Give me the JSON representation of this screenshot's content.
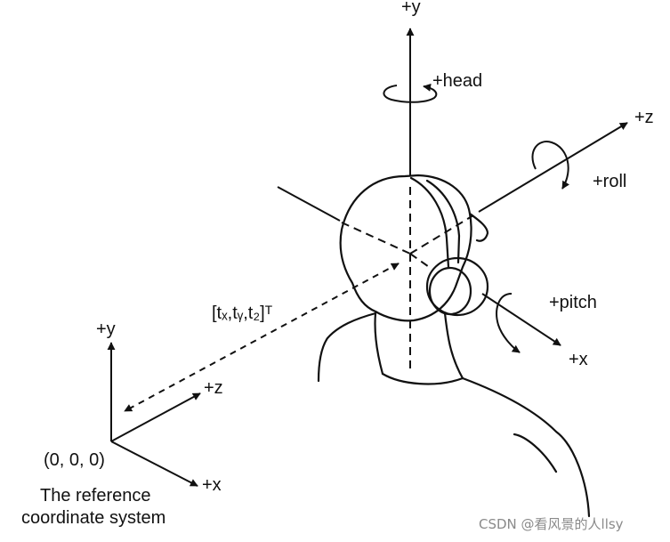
{
  "head_axes": {
    "y_label": "+y",
    "z_label": "+z",
    "x_label": "+x",
    "head_rotation_label": "+head",
    "roll_label": "+roll",
    "pitch_label": "+pitch"
  },
  "translation_label": "[tₓ,tᵧ,t₂]ᵀ",
  "reference_axes": {
    "y_label": "+y",
    "z_label": "+z",
    "x_label": "+x",
    "origin_label": "(0, 0, 0)",
    "caption_line1": "The reference",
    "caption_line2": "coordinate system"
  },
  "watermark": "CSDN @看风景的人llsy"
}
